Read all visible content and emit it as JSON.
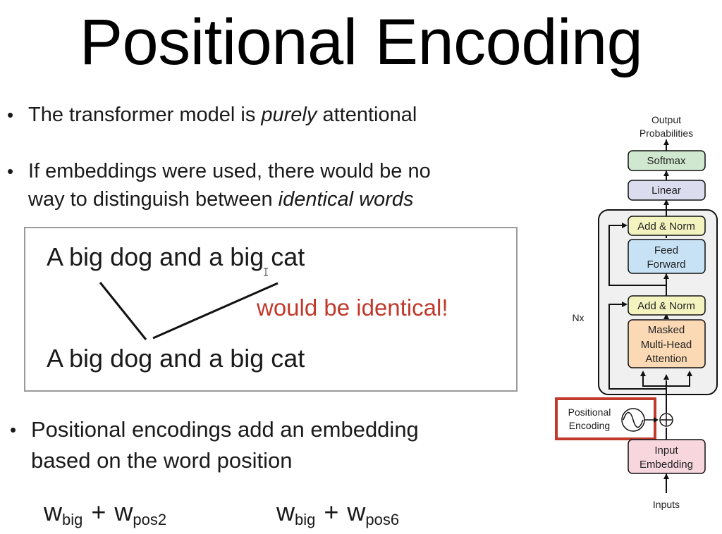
{
  "slide": {
    "title": "Positional Encoding",
    "bullets": [
      {
        "pre": "The transformer model is ",
        "em": "purely",
        "post": " attentional"
      },
      {
        "line1": "If embeddings were used, there would be no",
        "line2_pre": "way to distinguish between ",
        "line2_em": "identical words"
      },
      {
        "line1": "Positional encodings add an embedding",
        "line2": "based on the word position"
      }
    ],
    "example": {
      "sentence_top": "A big dog and a big cat",
      "sentence_bottom": "A big dog and a big cat",
      "note": "would be identical!"
    },
    "formulas": [
      {
        "base": "w",
        "base_sub": "big",
        "plus": "+",
        "pos": "w",
        "pos_sub": "pos2"
      },
      {
        "base": "w",
        "base_sub": "big",
        "plus": "+",
        "pos": "w",
        "pos_sub": "pos6"
      }
    ]
  },
  "diagram": {
    "output_label_1": "Output",
    "output_label_2": "Probabilities",
    "softmax": "Softmax",
    "linear": "Linear",
    "add_norm_top": "Add & Norm",
    "feed_forward_1": "Feed",
    "feed_forward_2": "Forward",
    "add_norm_bottom": "Add & Norm",
    "attention_1": "Masked",
    "attention_2": "Multi-Head",
    "attention_3": "Attention",
    "nx": "Nx",
    "pos_enc_1": "Positional",
    "pos_enc_2": "Encoding",
    "embed_1": "Input",
    "embed_2": "Embedding",
    "inputs": "Inputs",
    "colors": {
      "softmax": "#cfe8cf",
      "linear": "#dcdcef",
      "add_norm": "#f3f3c0",
      "feed_forward": "#c7e2f5",
      "attention": "#fbd9b4",
      "embedding": "#f7d6de",
      "highlight": "#c0392b",
      "accent_text": "#c0392b"
    }
  }
}
